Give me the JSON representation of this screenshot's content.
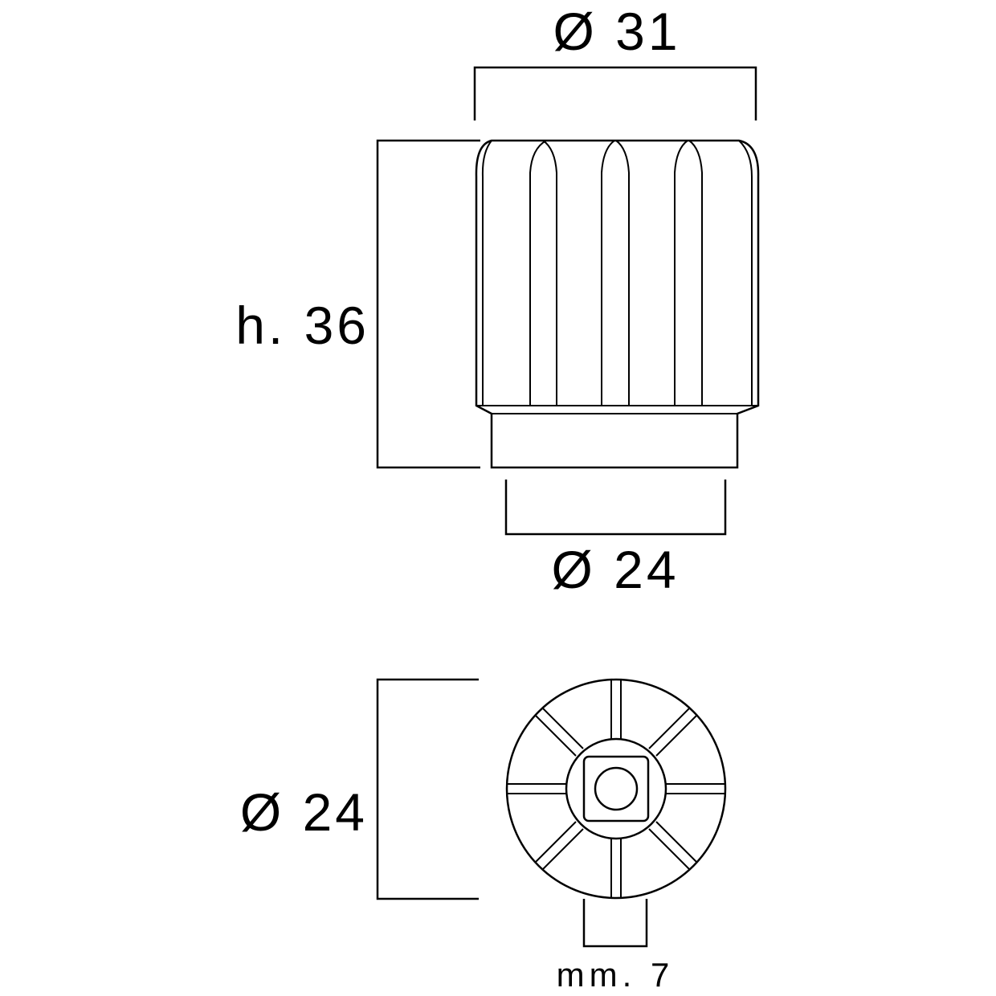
{
  "labels": {
    "top_diameter": "Ø 31",
    "height": "h. 36",
    "base_diameter": "Ø 24",
    "bottom_view_diameter": "Ø 24",
    "square_size": "mm. 7"
  },
  "colors": {
    "line": "#000000",
    "background": "#ffffff"
  }
}
